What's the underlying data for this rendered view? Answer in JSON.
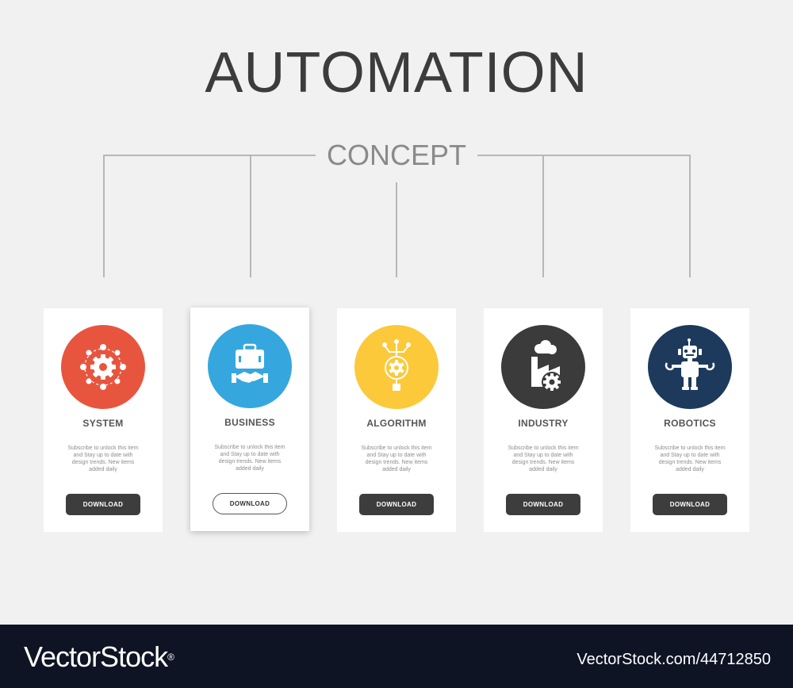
{
  "header": {
    "title": "AUTOMATION",
    "subtitle": "CONCEPT"
  },
  "cards": [
    {
      "label": "SYSTEM",
      "description": "Subscribe to unlock this item and Stay up to date with design trends. New items added daily",
      "button": "DOWNLOAD",
      "color": "#e8553f",
      "icon": "system-gears-icon"
    },
    {
      "label": "BUSINESS",
      "description": "Subscribe to unlock this item and Stay up to date with design trends. New items added daily",
      "button": "DOWNLOAD",
      "color": "#35a7de",
      "icon": "briefcase-handshake-icon"
    },
    {
      "label": "ALGORITHM",
      "description": "Subscribe to unlock this item and Stay up to date with design trends. New items added daily",
      "button": "DOWNLOAD",
      "color": "#fcc93b",
      "icon": "algorithm-gear-icon"
    },
    {
      "label": "INDUSTRY",
      "description": "Subscribe to unlock this item and Stay up to date with design trends. New items added daily",
      "button": "DOWNLOAD",
      "color": "#3b3b3b",
      "icon": "factory-gear-icon"
    },
    {
      "label": "ROBOTICS",
      "description": "Subscribe to unlock this item and Stay up to date with design trends. New items added daily",
      "button": "DOWNLOAD",
      "color": "#1d3a5c",
      "icon": "robot-icon"
    }
  ],
  "footer": {
    "brand": "VectorStock",
    "trademark": "®",
    "image_id": "VectorStock.com/44712850"
  }
}
